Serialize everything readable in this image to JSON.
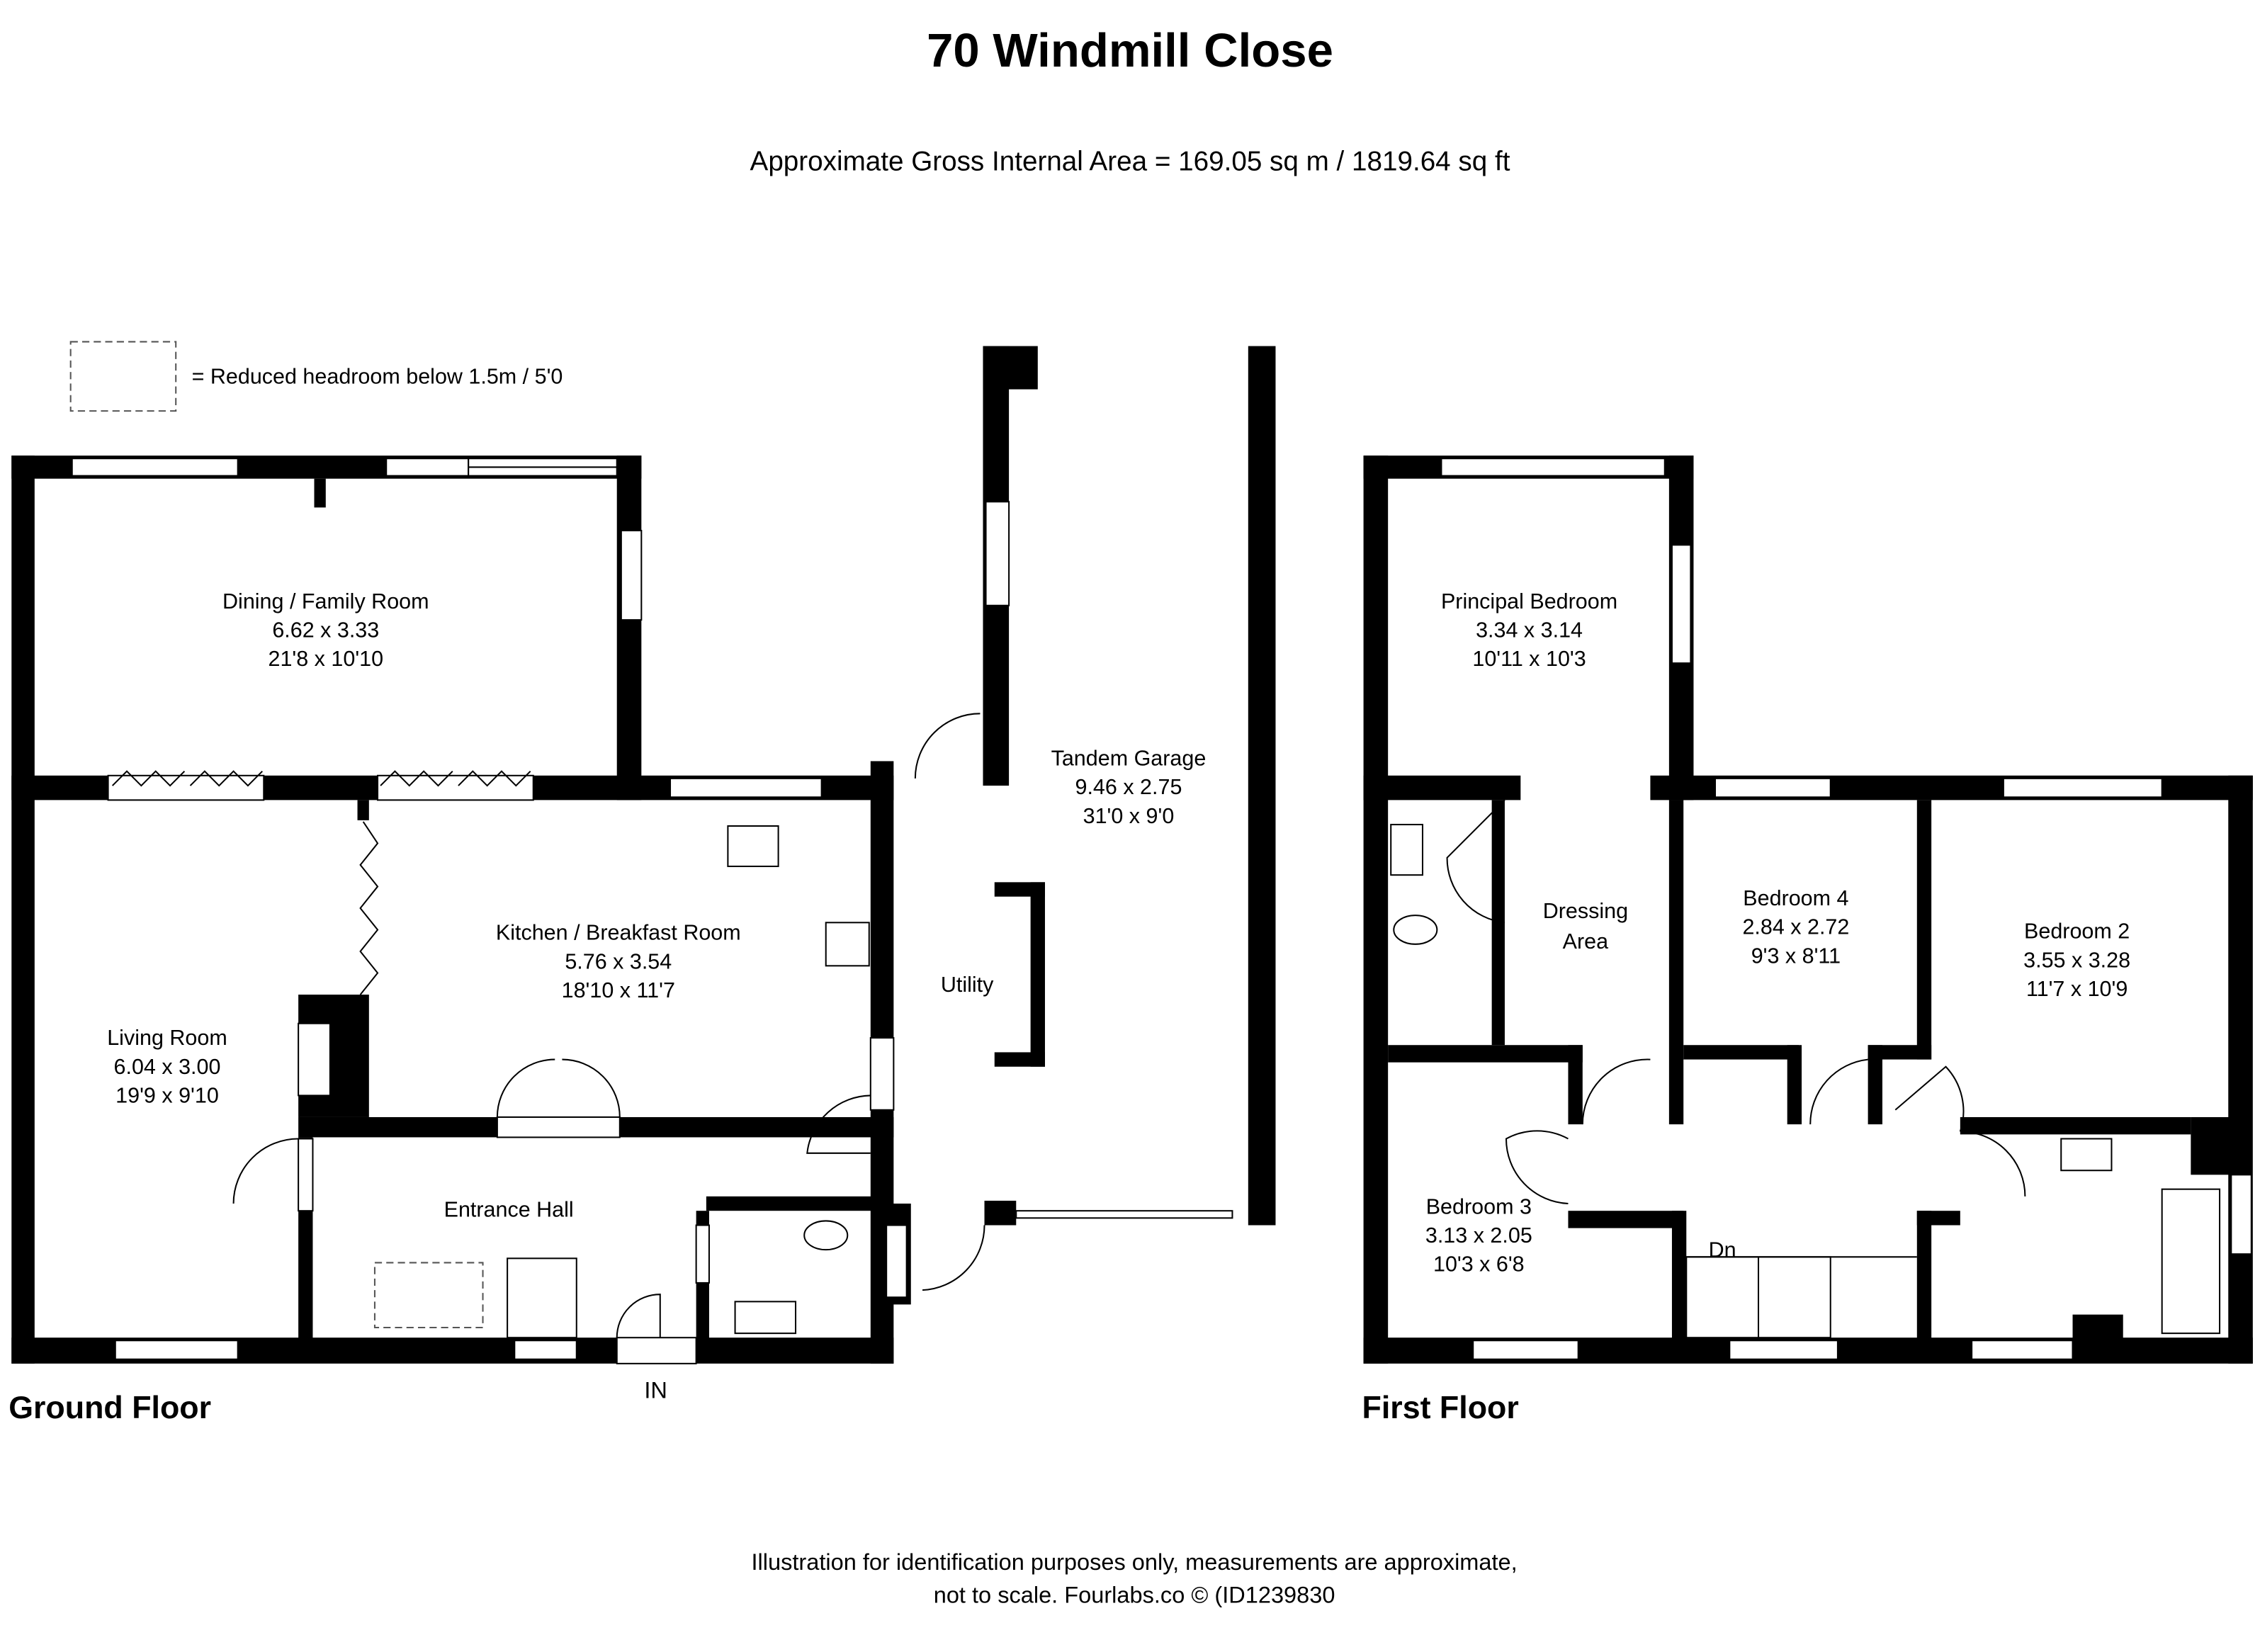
{
  "title": "70 Windmill Close",
  "area": "Approximate Gross Internal Area = 169.05 sq m / 1819.64 sq ft",
  "legend": {
    "label": "= Reduced headroom below 1.5m / 5'0"
  },
  "ground_floor": {
    "label": "Ground Floor",
    "entrance_label": "IN",
    "rooms": [
      {
        "name": "Dining / Family Room",
        "metric": "6.62 x 3.33",
        "imperial": "21'8 x 10'10"
      },
      {
        "name": "Living Room",
        "metric": "6.04 x 3.00",
        "imperial": "19'9 x 9'10"
      },
      {
        "name": "Kitchen / Breakfast Room",
        "metric": "5.76 x 3.54",
        "imperial": "18'10 x 11'7"
      },
      {
        "name": "Entrance Hall"
      },
      {
        "name": "Utility"
      },
      {
        "name": "Tandem Garage",
        "metric": "9.46 x 2.75",
        "imperial": "31'0 x 9'0"
      }
    ]
  },
  "first_floor": {
    "label": "First Floor",
    "stairs_label": "Dn",
    "rooms": [
      {
        "name": "Principal Bedroom",
        "metric": "3.34 x 3.14",
        "imperial": "10'11 x 10'3"
      },
      {
        "name": "Dressing",
        "name2": "Area"
      },
      {
        "name": "Bedroom 4",
        "metric": "2.84 x 2.72",
        "imperial": "9'3 x 8'11"
      },
      {
        "name": "Bedroom 2",
        "metric": "3.55 x 3.28",
        "imperial": "11'7 x 10'9"
      },
      {
        "name": "Bedroom 3",
        "metric": "3.13 x 2.05",
        "imperial": "10'3 x 6'8"
      }
    ]
  },
  "footer": {
    "line1": "Illustration for identification purposes only, measurements are approximate,",
    "line2": "not to scale. Fourlabs.co © (ID1239830"
  }
}
